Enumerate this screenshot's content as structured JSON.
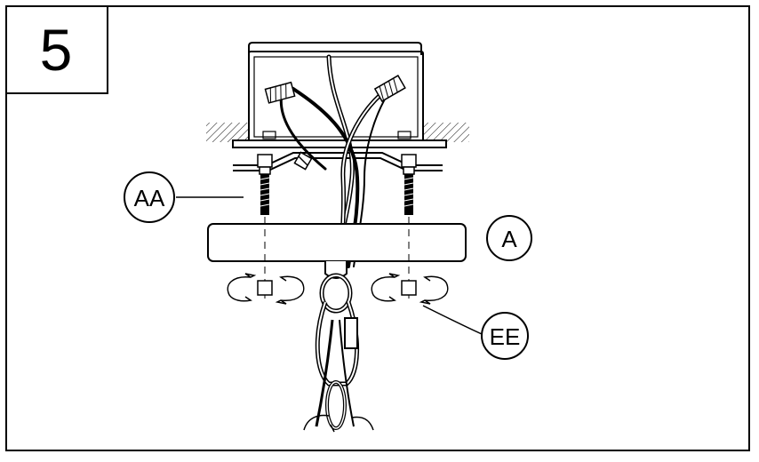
{
  "step": {
    "number": "5"
  },
  "callouts": {
    "aa": "AA",
    "a": "A",
    "ee": "EE"
  }
}
